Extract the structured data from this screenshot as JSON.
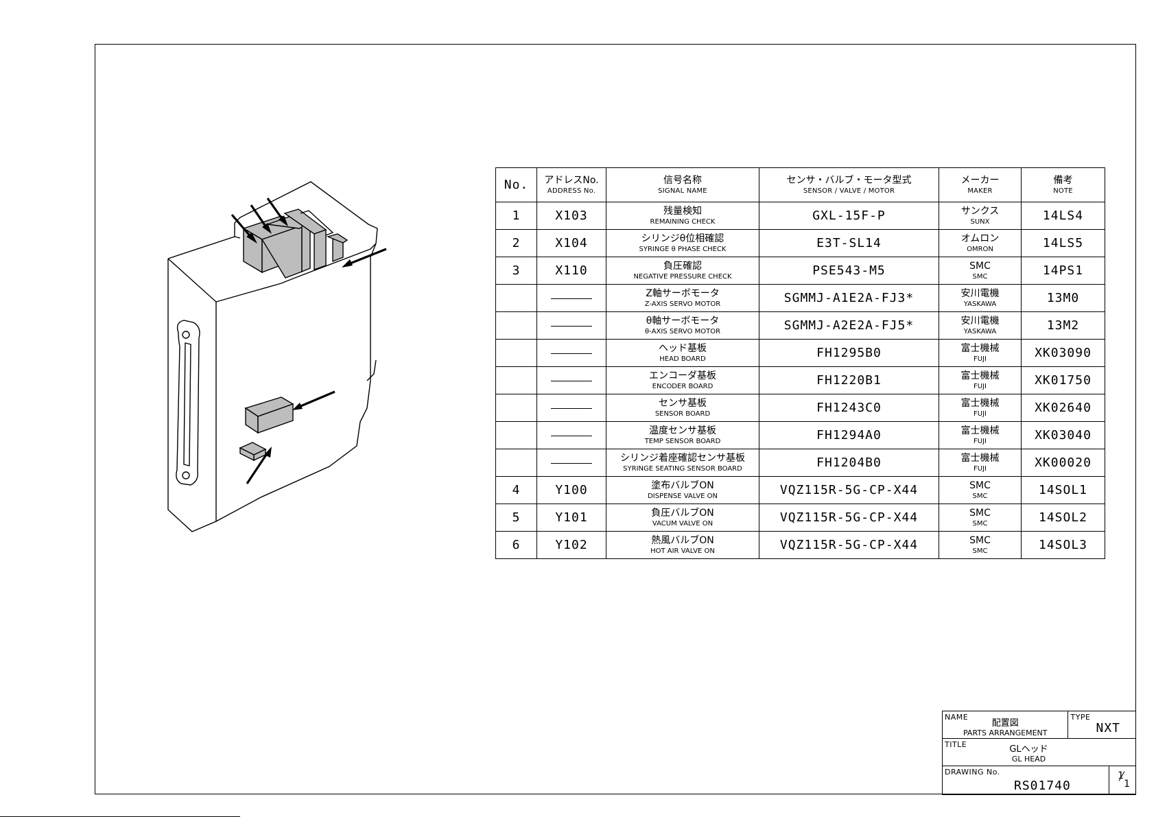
{
  "table": {
    "headers": [
      {
        "jp": "No.",
        "en": ""
      },
      {
        "jp": "アドレスNo.",
        "en": "ADDRESS No."
      },
      {
        "jp": "信号名称",
        "en": "SIGNAL NAME"
      },
      {
        "jp": "センサ・バルブ・モータ型式",
        "en": "SENSOR / VALVE / MOTOR"
      },
      {
        "jp": "メーカー",
        "en": "MAKER"
      },
      {
        "jp": "備考",
        "en": "NOTE"
      }
    ],
    "rows": [
      {
        "no": "1",
        "address": "X103",
        "signal_jp": "残量検知",
        "signal_en": "REMAINING CHECK",
        "model": "GXL-15F-P",
        "maker_jp": "サンクス",
        "maker_en": "SUNX",
        "note": "14LS4"
      },
      {
        "no": "2",
        "address": "X104",
        "signal_jp": "シリンジθ位相確認",
        "signal_en": "SYRINGE θ PHASE CHECK",
        "model": "E3T-SL14",
        "maker_jp": "オムロン",
        "maker_en": "OMRON",
        "note": "14LS5"
      },
      {
        "no": "3",
        "address": "X110",
        "signal_jp": "負圧確認",
        "signal_en": "NEGATIVE PRESSURE CHECK",
        "model": "PSE543-M5",
        "maker_jp": "SMC",
        "maker_en": "SMC",
        "note": "14PS1"
      },
      {
        "no": "",
        "address": "",
        "signal_jp": "Z軸サーボモータ",
        "signal_en": "Z-AXIS SERVO MOTOR",
        "model": "SGMMJ-A1E2A-FJ3*",
        "maker_jp": "安川電機",
        "maker_en": "YASKAWA",
        "note": "13M0"
      },
      {
        "no": "",
        "address": "",
        "signal_jp": "θ軸サーボモータ",
        "signal_en": "θ-AXIS SERVO MOTOR",
        "model": "SGMMJ-A2E2A-FJ5*",
        "maker_jp": "安川電機",
        "maker_en": "YASKAWA",
        "note": "13M2"
      },
      {
        "no": "",
        "address": "",
        "signal_jp": "ヘッド基板",
        "signal_en": "HEAD BOARD",
        "model": "FH1295B0",
        "maker_jp": "富士機械",
        "maker_en": "FUJI",
        "note": "XK03090"
      },
      {
        "no": "",
        "address": "",
        "signal_jp": "エンコーダ基板",
        "signal_en": "ENCODER BOARD",
        "model": "FH1220B1",
        "maker_jp": "富士機械",
        "maker_en": "FUJI",
        "note": "XK01750"
      },
      {
        "no": "",
        "address": "",
        "signal_jp": "センサ基板",
        "signal_en": "SENSOR BOARD",
        "model": "FH1243C0",
        "maker_jp": "富士機械",
        "maker_en": "FUJI",
        "note": "XK02640"
      },
      {
        "no": "",
        "address": "",
        "signal_jp": "温度センサ基板",
        "signal_en": "TEMP SENSOR BOARD",
        "model": "FH1294A0",
        "maker_jp": "富士機械",
        "maker_en": "FUJI",
        "note": "XK03040"
      },
      {
        "no": "",
        "address": "",
        "signal_jp": "シリンジ着座確認センサ基板",
        "signal_en": "SYRINGE SEATING SENSOR BOARD",
        "model": "FH1204B0",
        "maker_jp": "富士機械",
        "maker_en": "FUJI",
        "note": "XK00020"
      },
      {
        "no": "4",
        "address": "Y100",
        "signal_jp": "塗布バルブON",
        "signal_en": "DISPENSE VALVE ON",
        "model": "VQZ115R-5G-CP-X44",
        "maker_jp": "SMC",
        "maker_en": "SMC",
        "note": "14SOL1"
      },
      {
        "no": "5",
        "address": "Y101",
        "signal_jp": "負圧バルブON",
        "signal_en": "VACUM VALVE ON",
        "model": "VQZ115R-5G-CP-X44",
        "maker_jp": "SMC",
        "maker_en": "SMC",
        "note": "14SOL2"
      },
      {
        "no": "6",
        "address": "Y102",
        "signal_jp": "熱風バルブON",
        "signal_en": "HOT AIR VALVE ON",
        "model": "VQZ115R-5G-CP-X44",
        "maker_jp": "SMC",
        "maker_en": "SMC",
        "note": "14SOL3"
      }
    ]
  },
  "title_block": {
    "name_label": "NAME",
    "name_jp": "配置図",
    "name_en": "PARTS ARRANGEMENT",
    "type_label": "TYPE",
    "type_value": "NXT",
    "title_label": "TITLE",
    "title_jp": "GLヘッド",
    "title_en": "GL HEAD",
    "drawing_label": "DRAWING No.",
    "drawing_no": "RS01740",
    "sheet_num": "1",
    "sheet_den": "1"
  },
  "colors": {
    "line": "#000000",
    "component_fill": "#bdbdbd",
    "paper": "#ffffff"
  }
}
